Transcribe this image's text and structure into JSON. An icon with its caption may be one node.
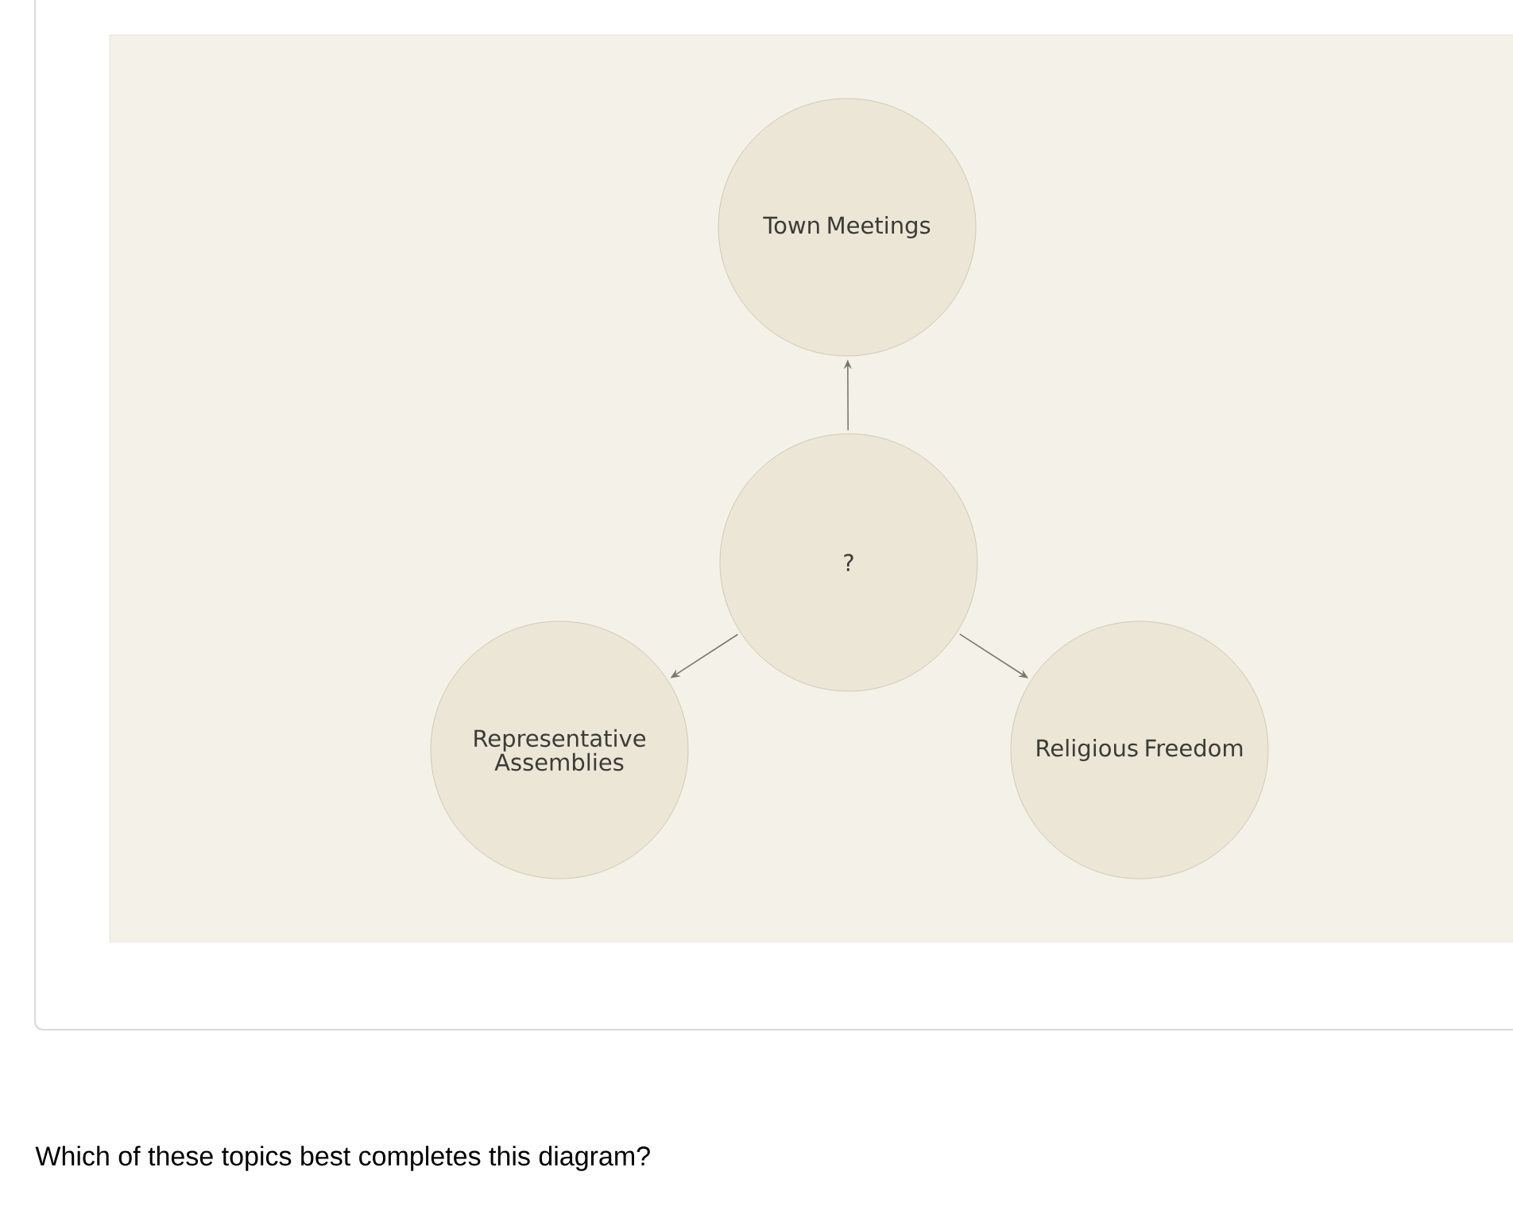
{
  "diagram": {
    "nodes": [
      {
        "text": [
          "Town Meetings"
        ]
      },
      {
        "text": [
          "?"
        ]
      },
      {
        "text": [
          "Representative Assemblies"
        ]
      },
      {
        "text": [
          "Religious Freedom"
        ]
      }
    ],
    "edges": [
      {
        "from": 1,
        "to": 0,
        "arrow": "to"
      },
      {
        "from": 1,
        "to": 2,
        "arrow": "to"
      },
      {
        "from": 1,
        "to": 3,
        "arrow": "to"
      }
    ],
    "labels": [
      "Which of these topics best completes this diagram?"
    ]
  }
}
